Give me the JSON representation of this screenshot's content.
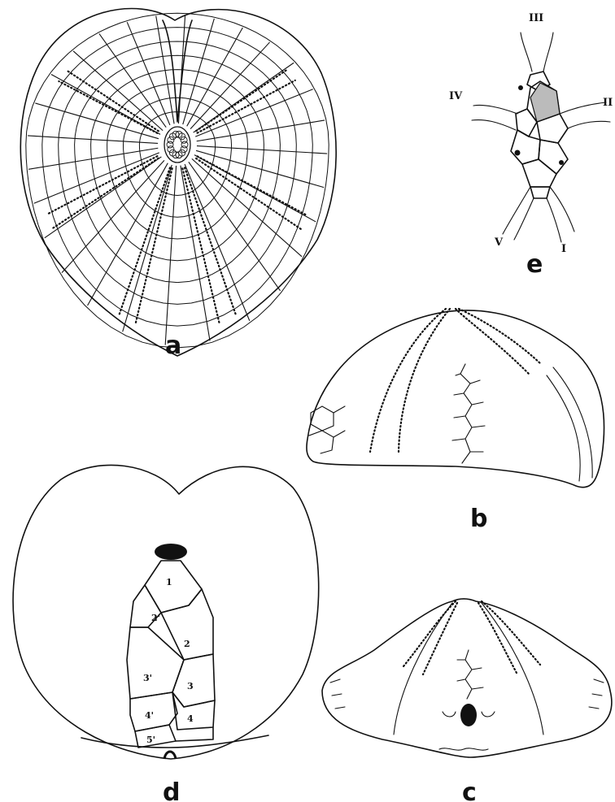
{
  "figures": {
    "a": {
      "letter": "a"
    },
    "b": {
      "letter": "b"
    },
    "c": {
      "letter": "c"
    },
    "d": {
      "letter": "d",
      "plates": [
        "1",
        "2'",
        "2",
        "3'",
        "3",
        "4'",
        "4",
        "5'"
      ]
    },
    "e": {
      "letter": "e",
      "ambulacra": [
        "III",
        "IV",
        "II",
        "V",
        "I"
      ]
    }
  },
  "colors": {
    "ink": "#111111",
    "paper": "#ffffff"
  }
}
